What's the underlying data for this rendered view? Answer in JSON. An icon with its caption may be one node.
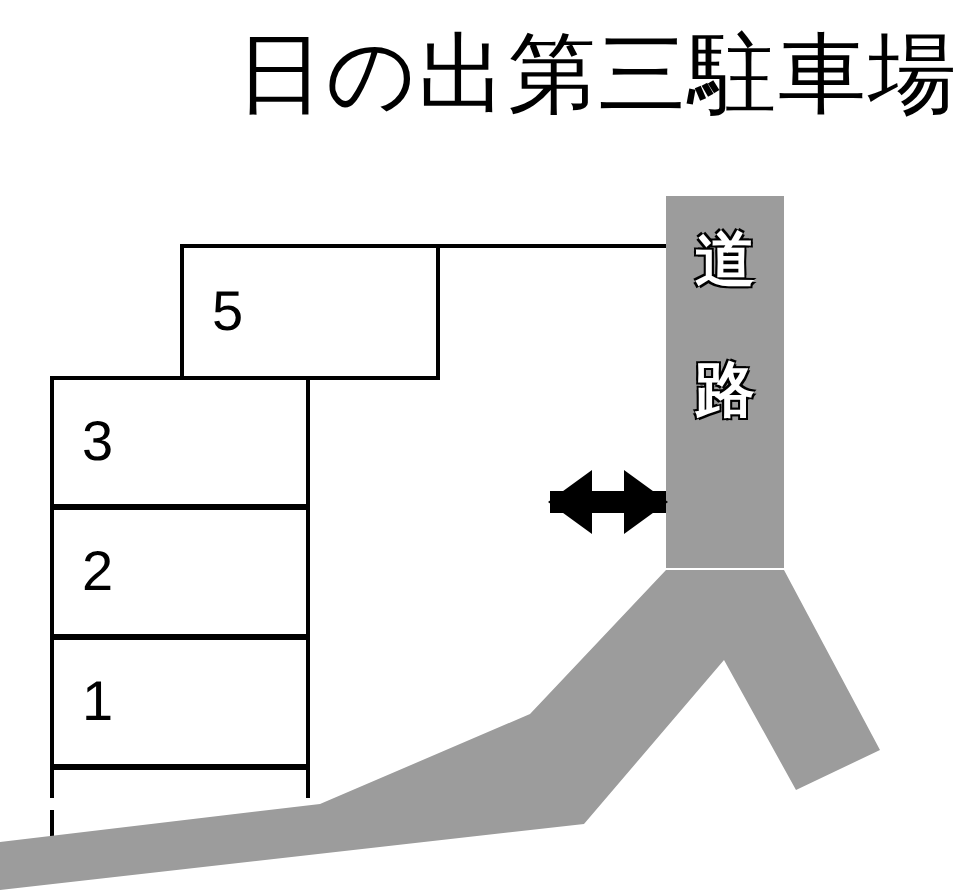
{
  "diagram": {
    "title": "日の出第三駐車場",
    "nodes": [
      {
        "text": [
          "5"
        ]
      },
      {
        "text": [
          "3"
        ]
      },
      {
        "text": [
          "2"
        ]
      },
      {
        "text": [
          "1"
        ]
      },
      {
        "text": [],
        "shape": "box"
      },
      {
        "text": [
          "道路"
        ]
      }
    ],
    "edges": [
      {
        "from": null,
        "to": 5,
        "arrow": "both"
      }
    ]
  }
}
